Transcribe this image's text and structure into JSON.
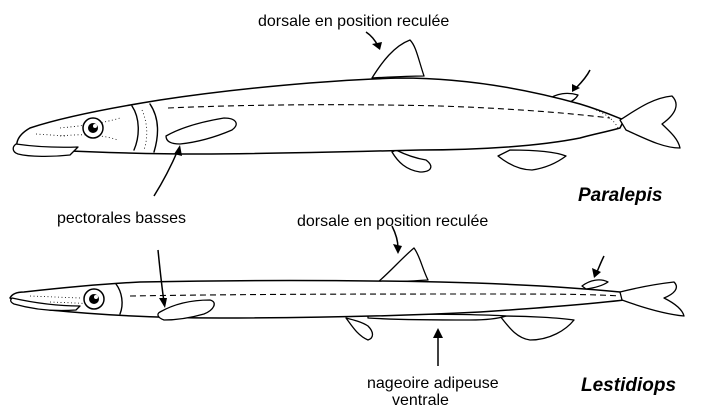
{
  "labels": {
    "dorsal_top": "dorsale en position reculée",
    "pectoral": "pectorales basses",
    "dorsal_bottom": "dorsale en position reculée",
    "adipose_line1": "nageoire adipeuse",
    "adipose_line2": "ventrale"
  },
  "species": {
    "top": "Paralepis",
    "bottom": "Lestidiops"
  }
}
